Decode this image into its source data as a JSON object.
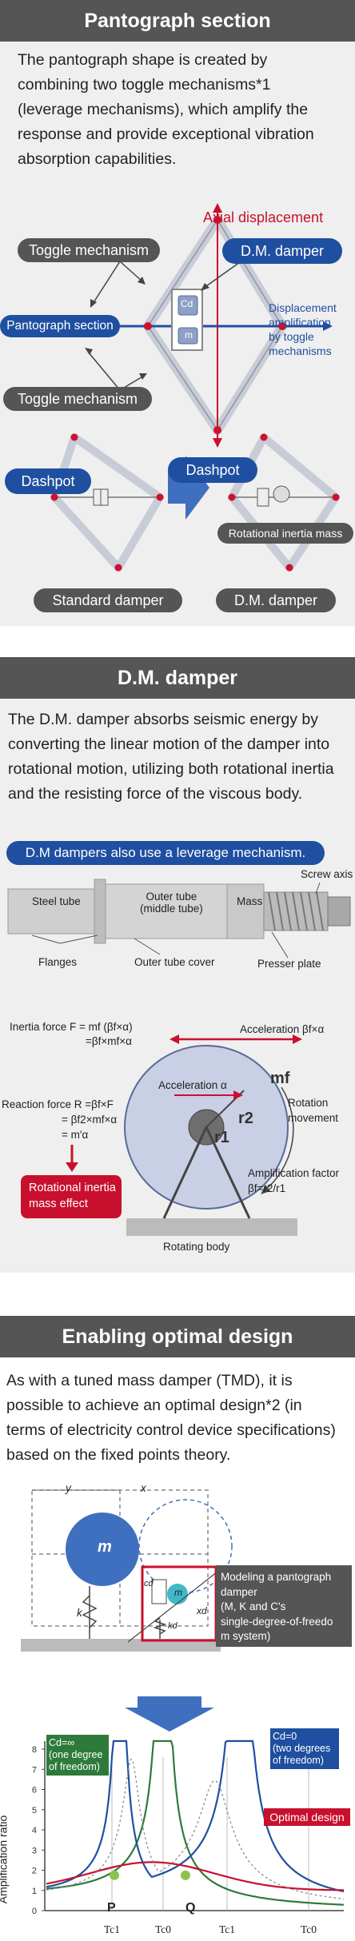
{
  "section1": {
    "title": "Pantograph section",
    "paragraph": [
      "The pantograph shape is created by",
      "combining two toggle mechanisms*1",
      "(leverage mechanisms), which amplify the",
      "response and provide exceptional vibration",
      "absorption capabilities."
    ],
    "labels": {
      "axial_displacement": "Axial displacement",
      "toggle_top": "Toggle mechanism",
      "toggle_bottom": "Toggle mechanism",
      "dm_damper": "D.M. damper",
      "pantograph_section": "Pantograph section",
      "displacement_note": [
        "Displacement",
        "amplification",
        "by toggle",
        "mechanisms"
      ],
      "cd": "Cd",
      "m": "m",
      "dashpot_left": "Dashpot",
      "dashpot_right": "Dashpot",
      "rotational_inertia_mass": "Rotational inertia mass",
      "standard_damper": "Standard damper",
      "dm_damper_bottom": "D.M. damper"
    }
  },
  "section2": {
    "title": "D.M. damper",
    "paragraph": [
      "The D.M. damper absorbs seismic energy by",
      "converting the linear motion of the damper into",
      "rotational motion, utilizing both rotational inertia",
      "and the resisting force of the viscous body."
    ],
    "banner": "D.M dampers also use a leverage mechanism.",
    "tube_labels": {
      "steel_tube": "Steel tube",
      "outer_tube": [
        "Outer tube",
        "(middle tube)"
      ],
      "mass": "Mass",
      "screw_axis": "Screw axis",
      "flanges": "Flanges",
      "outer_tube_cover": "Outer tube cover",
      "presser_plate": "Presser plate"
    },
    "rotor_labels": {
      "inertia_force": [
        "Inertia force F = mf (βf×α)",
        "=βf×mf×α"
      ],
      "acceleration_top": "Acceleration βf×α",
      "reaction_force": [
        "Reaction force R =βf×F",
        "= βf2×mf×α",
        "= m'α"
      ],
      "acceleration_alpha": "Acceleration α",
      "mf": "mf",
      "r1": "r1",
      "r2": "r2",
      "rotation_movement": [
        "Rotation",
        "movement"
      ],
      "amplification_factor": [
        "Amplification factor",
        "βf=r2/r1"
      ],
      "rotational_effect": [
        "Rotational inertia",
        "mass effect"
      ],
      "rotating_body": "Rotating body"
    }
  },
  "section3": {
    "title": "Enabling optimal design",
    "paragraph": [
      "As with a tuned mass damper (TMD), it is",
      "possible to achieve an optimal design*2 (in",
      "terms of electricity control device specifications)",
      "based on the fixed points theory."
    ],
    "model_labels": {
      "y": "y",
      "x": "x",
      "m_big": "m",
      "m_small": "m",
      "k": "k",
      "cd": "cd",
      "kd": "kd",
      "xd": "xd",
      "modeling_note": [
        "Modeling a pantograph",
        "damper",
        "(M, K and C's",
        "single-degree-of-freedo",
        "m system)"
      ]
    },
    "graph_labels": {
      "ylabel": "Amplification ratio",
      "cd_inf": [
        "Cd=∞",
        "(one degree",
        "of freedom)"
      ],
      "cd_zero": [
        "Cd=0",
        "(two degrees",
        "of freedom)"
      ],
      "optimal": "Optimal design",
      "P": "P",
      "Q": "Q",
      "yticks": [
        "0",
        "1",
        "2",
        "3",
        "4",
        "5",
        "6",
        "7",
        "8"
      ],
      "xticks": [
        "Tc1",
        "Tc0",
        "Tc1",
        "Tc0"
      ]
    },
    "colors": {
      "navy": "#1f4fa0",
      "green": "#2e7a3a",
      "red": "#c8102e"
    }
  }
}
